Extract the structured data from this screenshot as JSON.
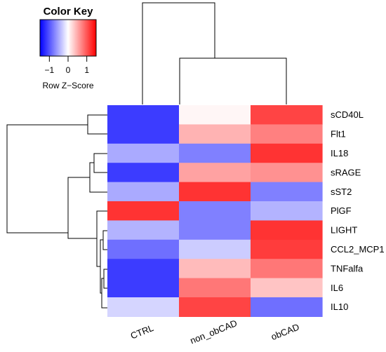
{
  "chart_data": {
    "type": "heatmap",
    "color_key": {
      "title": "Color Key",
      "label": "Row Z−Score",
      "ticks": [
        "−1",
        "0",
        "1"
      ],
      "range": [
        -1.5,
        1.5
      ],
      "colors": {
        "low": "#0000ff",
        "mid": "#ffffff",
        "high": "#ff0000"
      }
    },
    "columns": [
      "CTRL",
      "non_obCAD",
      "obCAD"
    ],
    "rows": [
      "sCD40L",
      "Flt1",
      "IL18",
      "sRAGE",
      "sST2",
      "PlGF",
      "LIGHT",
      "CCL2_MCP1",
      "TNFalfa",
      "IL6",
      "IL10"
    ],
    "values": [
      [
        -1.15,
        0.05,
        1.1
      ],
      [
        -1.15,
        0.45,
        0.75
      ],
      [
        -0.5,
        -0.75,
        1.2
      ],
      [
        -1.15,
        0.55,
        0.65
      ],
      [
        -0.5,
        1.2,
        -0.75
      ],
      [
        1.2,
        -0.75,
        -0.45
      ],
      [
        -0.45,
        -0.75,
        1.2
      ],
      [
        -0.85,
        -0.3,
        1.15
      ],
      [
        -1.15,
        0.4,
        0.8
      ],
      [
        -1.15,
        0.8,
        0.35
      ],
      [
        -0.25,
        1.1,
        -0.85
      ]
    ],
    "column_dendrogram": "((CTRL),(non_obCAD,obCAD))",
    "row_dendrogram": "((sCD40L,Flt1),(((IL18,sRAGE),sST2),(PlGF,((LIGHT,CCL2_MCP1),((TNFalfa,IL6),IL10)))))"
  }
}
